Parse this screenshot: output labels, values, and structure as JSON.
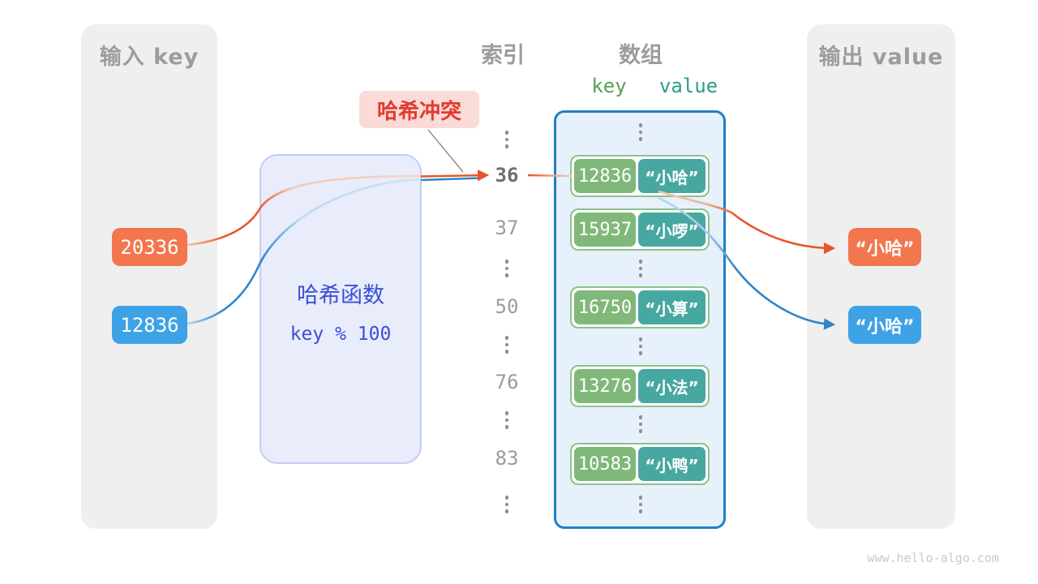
{
  "input_panel": {
    "title": "输入 key",
    "items": [
      {
        "value": "20336",
        "color": "orange"
      },
      {
        "value": "12836",
        "color": "blue"
      }
    ]
  },
  "hash_box": {
    "title": "哈希函数",
    "formula": "key % 100"
  },
  "collision_badge": {
    "label": "哈希冲突"
  },
  "index_column": {
    "title": "索引",
    "values": [
      "36",
      "37",
      "50",
      "76",
      "83"
    ],
    "highlighted_value": "36"
  },
  "array_panel": {
    "title": "数组",
    "key_header": "key",
    "value_header": "value",
    "entries": [
      {
        "key": "12836",
        "value": "“小哈”"
      },
      {
        "key": "15937",
        "value": "“小啰”"
      },
      {
        "key": "16750",
        "value": "“小算”"
      },
      {
        "key": "13276",
        "value": "“小法”"
      },
      {
        "key": "10583",
        "value": "“小鸭”"
      }
    ]
  },
  "output_panel": {
    "title": "输出 value",
    "items": [
      {
        "value": "“小哈”",
        "color": "orange"
      },
      {
        "value": "“小哈”",
        "color": "blue"
      }
    ]
  },
  "watermark": "www.hello-algo.com",
  "colors": {
    "orange": "#f2764e",
    "blue": "#3da2e6",
    "arrow_orange": "#e8552a",
    "arrow_blue": "#2e86cc",
    "key_green": "#80b87a",
    "value_teal": "#47a8a1",
    "collision_red": "#e13b2f",
    "hash_blue": "#3a4fd8",
    "array_border_blue": "#2080c4",
    "panel_gray": "#efefef"
  }
}
